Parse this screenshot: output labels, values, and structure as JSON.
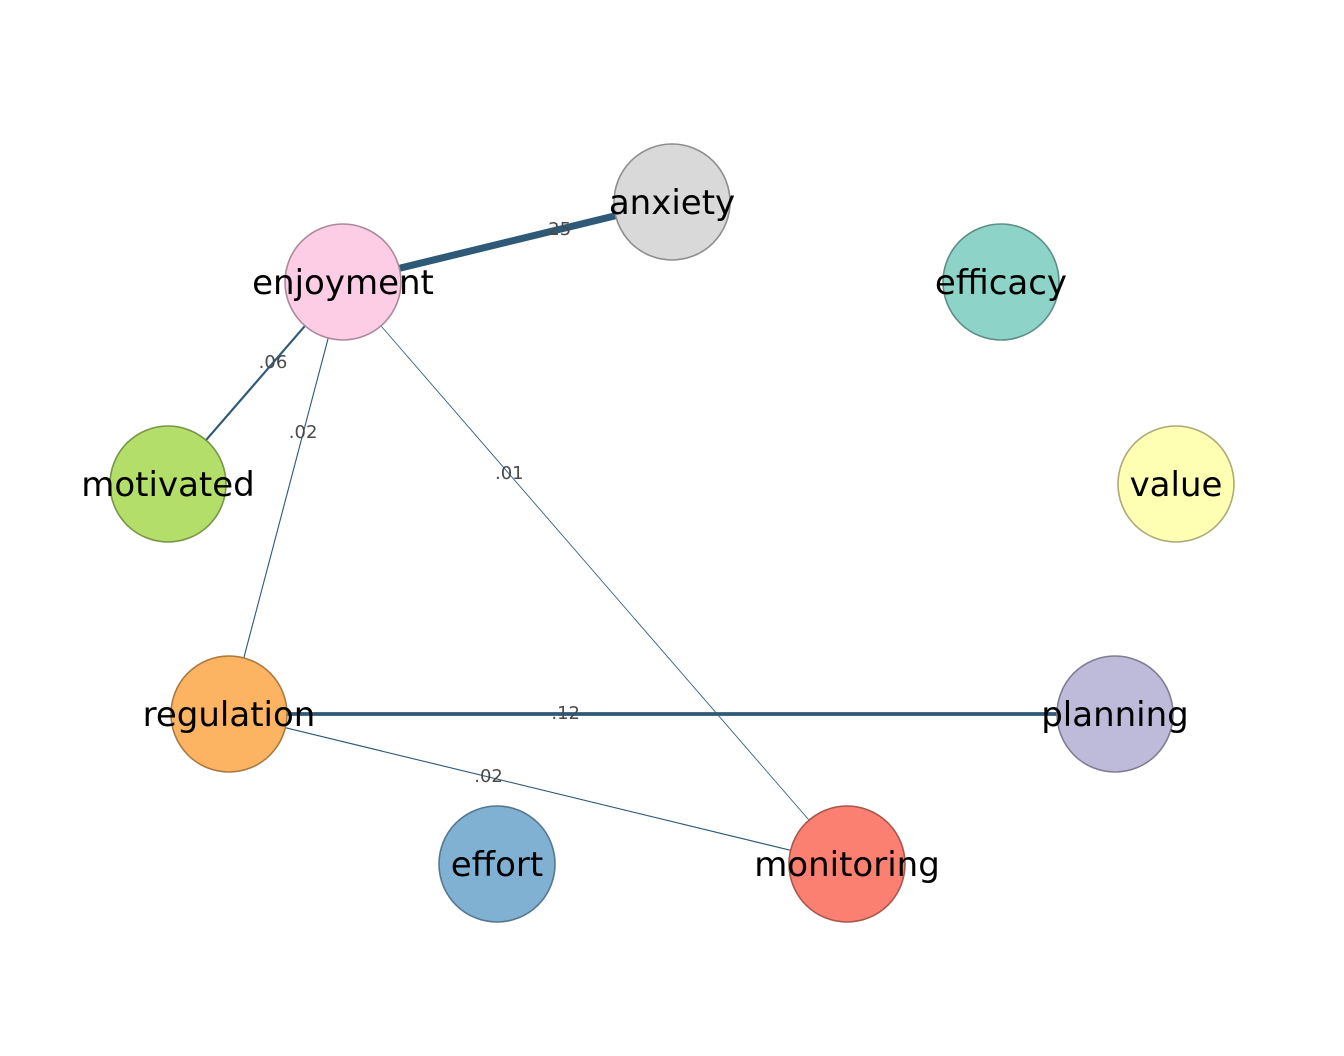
{
  "nodes": [
    {
      "id": "anxiety",
      "label": "anxiety",
      "fill": "#D9D9D9",
      "stroke": "#8E8E8E"
    },
    {
      "id": "efficacy",
      "label": "efficacy",
      "fill": "#8DD3C7",
      "stroke": "#5F8E86"
    },
    {
      "id": "value",
      "label": "value",
      "fill": "#FFFFB3",
      "stroke": "#ABAB78"
    },
    {
      "id": "planning",
      "label": "planning",
      "fill": "#BEBADA",
      "stroke": "#807D93"
    },
    {
      "id": "monitoring",
      "label": "monitoring",
      "fill": "#FB8072",
      "stroke": "#A9564D"
    },
    {
      "id": "effort",
      "label": "effort",
      "fill": "#80B1D3",
      "stroke": "#56778E"
    },
    {
      "id": "regulation",
      "label": "regulation",
      "fill": "#FDB462",
      "stroke": "#AA7942"
    },
    {
      "id": "motivated",
      "label": "motivated",
      "fill": "#B3DE69",
      "stroke": "#789547"
    },
    {
      "id": "enjoyment",
      "label": "enjoyment",
      "fill": "#FCCDE5",
      "stroke": "#AA8A9A"
    }
  ],
  "edges": [
    {
      "from": "enjoyment",
      "to": "anxiety",
      "weight": 0.25,
      "label": ".25"
    },
    {
      "from": "regulation",
      "to": "planning",
      "weight": 0.12,
      "label": ".12"
    },
    {
      "from": "enjoyment",
      "to": "motivated",
      "weight": 0.06,
      "label": ".06"
    },
    {
      "from": "enjoyment",
      "to": "regulation",
      "weight": 0.02,
      "label": ".02"
    },
    {
      "from": "regulation",
      "to": "monitoring",
      "weight": 0.02,
      "label": ".02"
    },
    {
      "from": "enjoyment",
      "to": "monitoring",
      "weight": 0.01,
      "label": ".01"
    }
  ],
  "colors": {
    "edge": "#2E5A78",
    "edge_label": "#4A4A4A",
    "label_text": "#000000"
  }
}
